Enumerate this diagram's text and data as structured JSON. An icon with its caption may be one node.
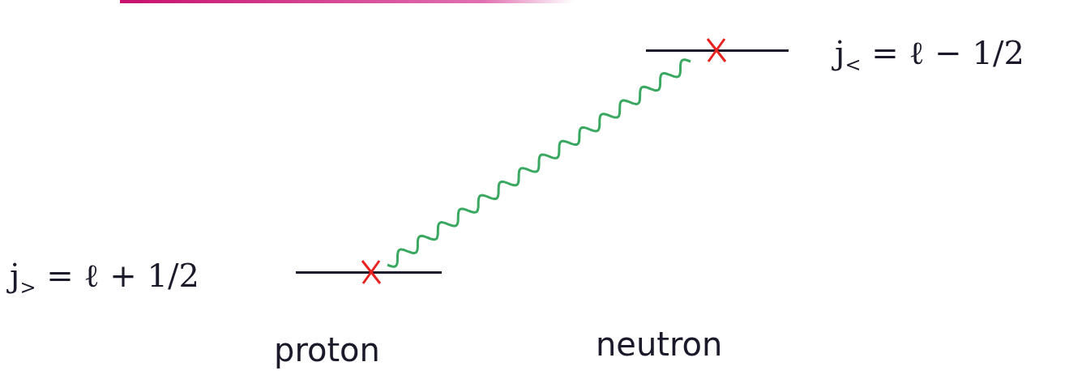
{
  "diagram": {
    "nodes": [
      {
        "text": [],
        "shape": "bar",
        "beside": [
          "j$_{>}$ = ℓ + 1/2"
        ]
      },
      {
        "text": [],
        "shape": "bar",
        "beside": [
          "j$_{<}$ = ℓ − 1/2"
        ]
      }
    ],
    "labels": [
      "proton",
      "neutron"
    ],
    "edges": [
      {
        "from": 0,
        "to": 1,
        "arrow": "none",
        "color": "#3aa860"
      }
    ]
  }
}
